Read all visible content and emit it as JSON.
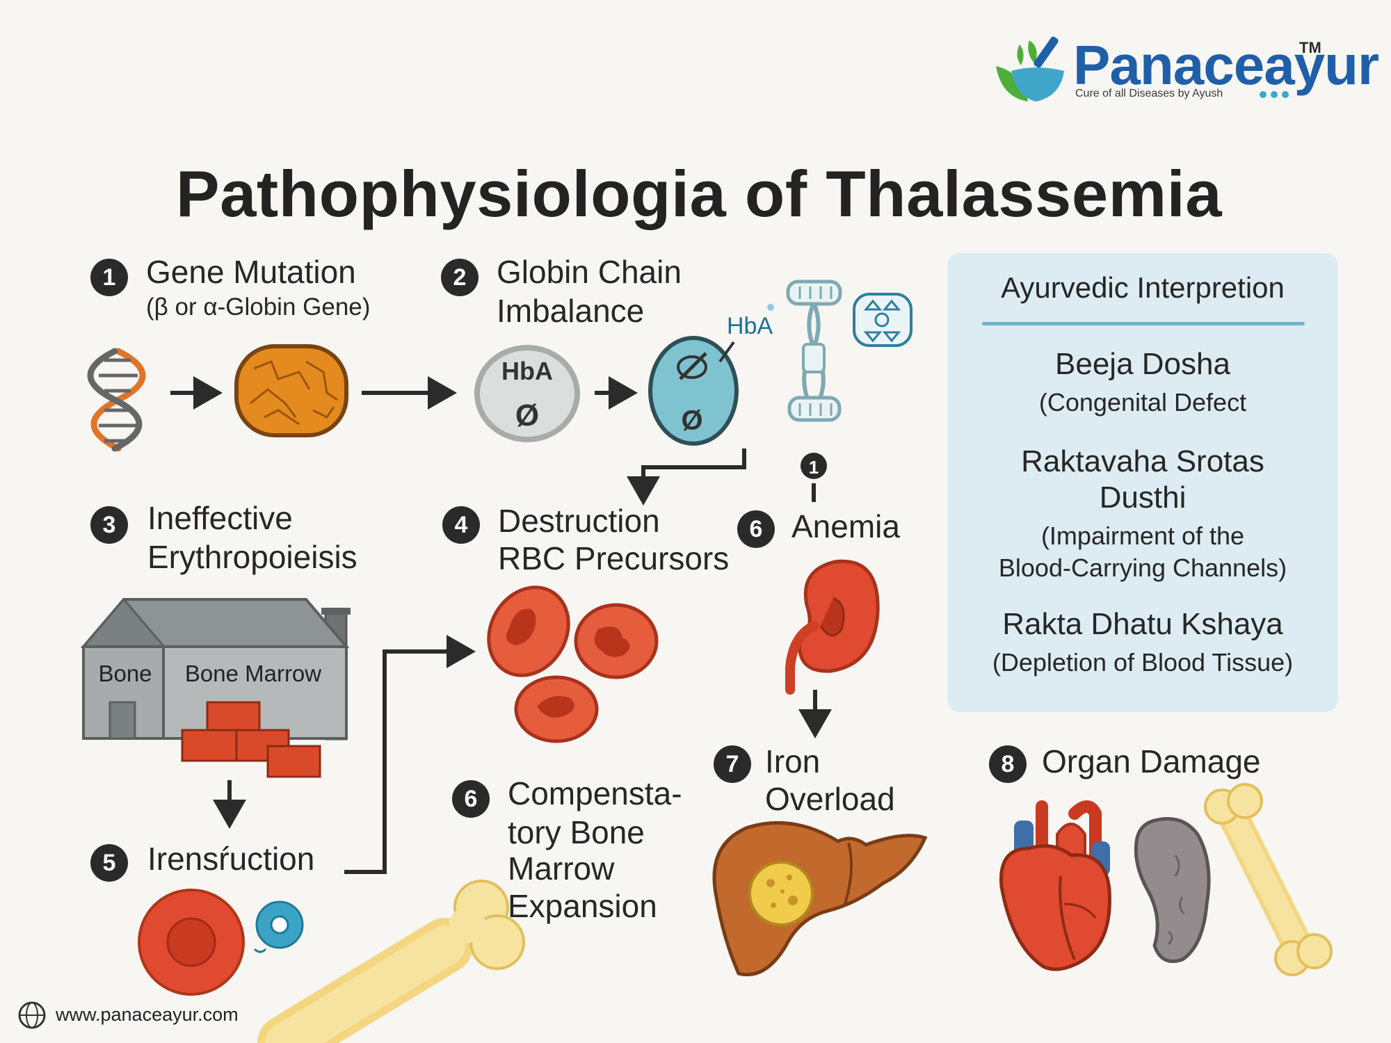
{
  "brand": {
    "name": "Panaceayur",
    "trademark": "TM",
    "tagline": "Cure of all Diseases by Ayush",
    "website": "www.panaceayur.com",
    "colors": {
      "blue": "#1f5fa8",
      "green": "#4fae3a",
      "teal": "#3fa6c9"
    }
  },
  "title": "Pathophysiologia of Thalassemia",
  "steps": [
    {
      "number": "1",
      "title": "Gene Mutation",
      "subtitle": "(β or α-Globin Gene)"
    },
    {
      "number": "2",
      "title_line1": "Globin Chain",
      "title_line2": "Imbalance"
    },
    {
      "number": "3",
      "title_line1": "Ineffective",
      "title_line2": "Erythropoieisis"
    },
    {
      "number": "4",
      "title_line1": "Destruction",
      "title_line2": "RBC Precursors"
    },
    {
      "number": "5",
      "title": "Irensŕuction"
    },
    {
      "number": "6",
      "title": "Anemia"
    },
    {
      "number": "6",
      "title_line1": "Compensta-",
      "title_line2": "tory Bone",
      "title_line3": "Marrow",
      "title_line4": "Expansion"
    },
    {
      "number": "7",
      "title_line1": "Iron",
      "title_line2": "Overload"
    },
    {
      "number": "8",
      "title": "Organ Damage"
    }
  ],
  "illustration_labels": {
    "hba_cell": "HbA",
    "null_symbol": "Ø",
    "hba_small": "HbA",
    "link_badge": "1",
    "bone_label": "Bone",
    "bone_marrow_label": "Bone Marrow"
  },
  "icons": [
    "dna-helix-icon",
    "mutated-gene-icon",
    "hemoglobin-cell-icon",
    "globin-chain-icon",
    "bone-marrow-factory-icon",
    "red-blood-cell-icon",
    "kidney-icon",
    "liver-icon",
    "heart-icon",
    "spleen-icon",
    "bone-icon",
    "globe-icon"
  ],
  "ayurvedic": {
    "heading": "Ayurvedic Interpretion",
    "terms": [
      {
        "term": "Beeja Dosha",
        "gloss": "(Congenital Defect"
      },
      {
        "term_line1": "Raktavaha Srotas",
        "term_line2": "Dusthi",
        "gloss_line1": "(Impairment of the",
        "gloss_line2": "Blood-Carrying Channels)"
      },
      {
        "term": "Rakta Dhatu Kshaya",
        "gloss": "(Depletion of Blood Tissue)"
      }
    ]
  }
}
